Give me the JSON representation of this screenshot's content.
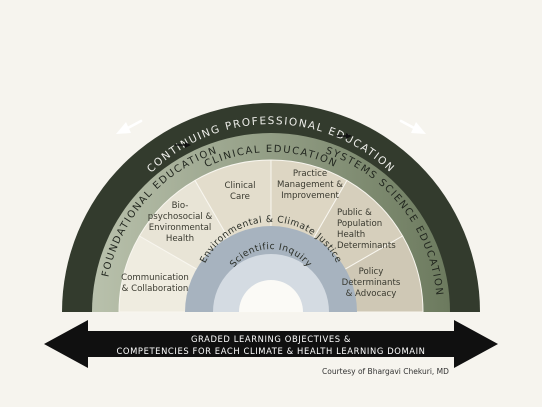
{
  "outer_ring": {
    "label": "CONTINUING PROFESSIONAL EDUCATION"
  },
  "middle_ring": {
    "left_label": "FOUNDATIONAL EDUCATION",
    "top_label": "CLINICAL EDUCATION",
    "right_label": "SYSTEMS SCIENCE EDUCATION"
  },
  "domains": [
    {
      "id": "communication",
      "lines": [
        "Communication",
        "& Collaboration"
      ]
    },
    {
      "id": "biopsychosocial",
      "lines": [
        "Bio-",
        "psychosocial &",
        "Environmental",
        "Health"
      ]
    },
    {
      "id": "clinical-care",
      "lines": [
        "Clinical",
        "Care"
      ]
    },
    {
      "id": "practice-management",
      "lines": [
        "Practice",
        "Management &",
        "Improvement"
      ]
    },
    {
      "id": "public-population",
      "lines": [
        "Public &",
        "Population",
        "Health",
        "Determinants"
      ]
    },
    {
      "id": "policy",
      "lines": [
        "Policy",
        "Determinants",
        "& Advocacy"
      ]
    }
  ],
  "core": {
    "outer_label": "Environmental & Climate Justice",
    "inner_label": "Scientific Inquiry"
  },
  "banner": {
    "line1": "GRADED LEARNING OBJECTIVES &",
    "line2": "COMPETENCIES FOR EACH CLIMATE & HEALTH LEARNING DOMAIN"
  },
  "credit": "Courtesy of Bhargavi Chekuri, MD",
  "colors": {
    "outer": "#333b2d",
    "middle_start": "#b9c1ac",
    "middle_end": "#6c7a5e",
    "wedges": [
      "#efece0",
      "#e8e4d6",
      "#e3ddcc",
      "#ddd6c3",
      "#d6cfbc",
      "#cfc8b5"
    ],
    "justice_ring": "#a7b3bf",
    "inquiry_ring": "#d4dbe2",
    "banner": "#101010"
  }
}
